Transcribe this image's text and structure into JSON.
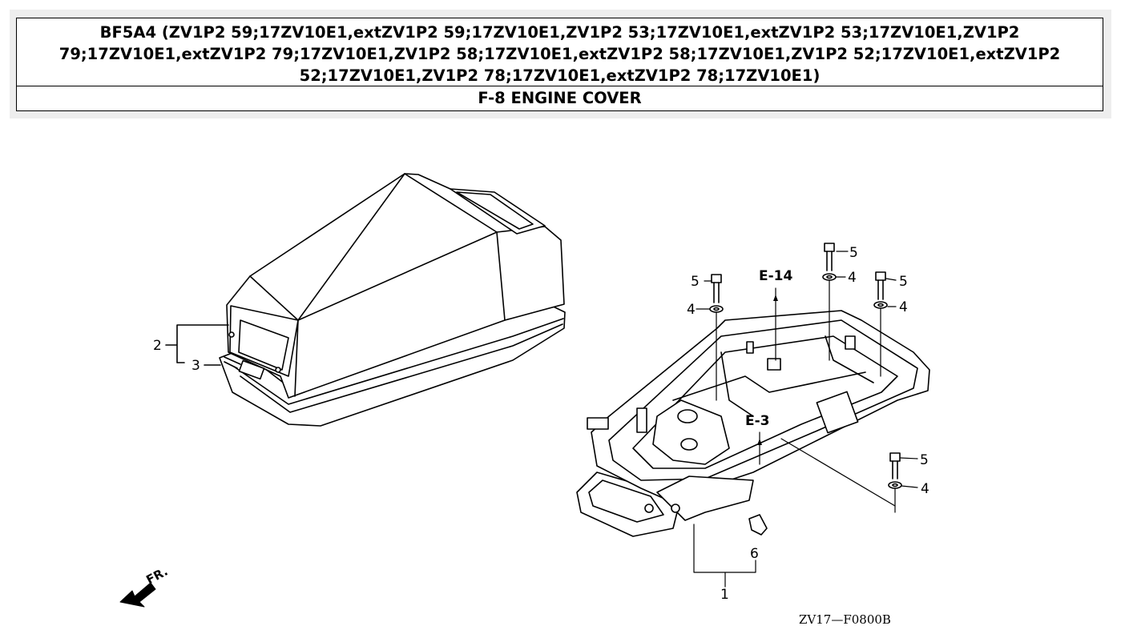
{
  "header": {
    "model_line": "BF5A4 (ZV1P2 59;17ZV10E1,extZV1P2 59;17ZV10E1,ZV1P2 53;17ZV10E1,extZV1P2 53;17ZV10E1,ZV1P2 79;17ZV10E1,extZV1P2 79;17ZV10E1,ZV1P2 58;17ZV10E1,extZV1P2 58;17ZV10E1,ZV1P2 52;17ZV10E1,extZV1P2 52;17ZV10E1,ZV1P2 78;17ZV10E1,extZV1P2 78;17ZV10E1)",
    "section_title": "F-8 ENGINE COVER"
  },
  "diagram": {
    "callouts": {
      "c1": "1",
      "c2": "2",
      "c3": "3",
      "c4a": "4",
      "c4b": "4",
      "c4c": "4",
      "c4d": "4",
      "c5a": "5",
      "c5b": "5",
      "c5c": "5",
      "c5d": "5",
      "c6": "6"
    },
    "refs": {
      "e14": "E-14",
      "e3": "E-3"
    },
    "front_label": "FR.",
    "drawing_code": "ZV17—F0800B"
  }
}
